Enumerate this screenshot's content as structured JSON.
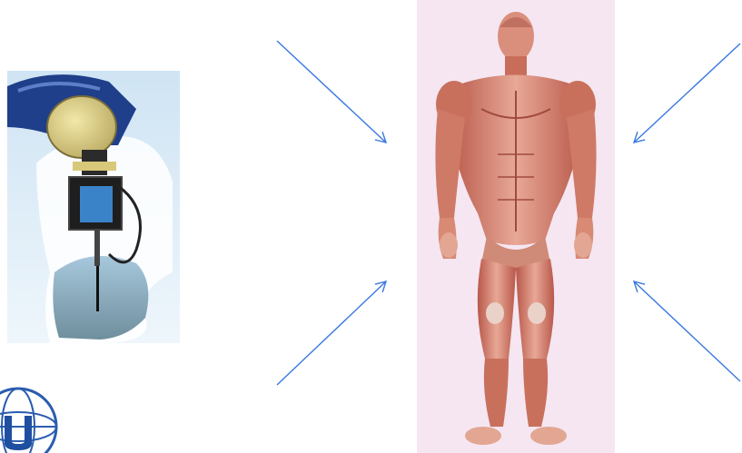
{
  "scene": {
    "left_image": "robotic-arm-with-probe-in-water-tank",
    "center_image": "human-muscle-anatomy-figure",
    "logo": "globe-logo-partial",
    "arrow_color": "#3a78e0",
    "figure_background": "#f5e6f2"
  }
}
